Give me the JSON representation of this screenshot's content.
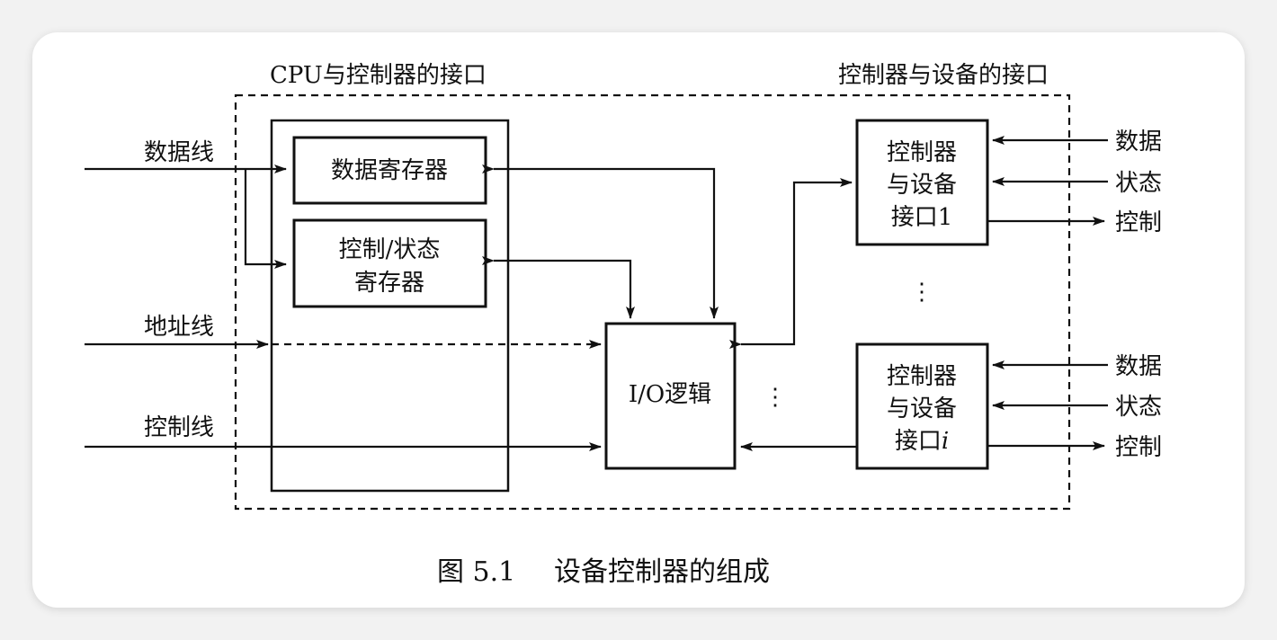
{
  "header": {
    "left_title": "CPU与控制器的接口",
    "right_title": "控制器与设备的接口"
  },
  "left_signals": {
    "data_line": "数据线",
    "address_line": "地址线",
    "control_line": "控制线"
  },
  "registers": {
    "data_register": "数据寄存器",
    "control_status_line1": "控制/状态",
    "control_status_line2": "寄存器"
  },
  "io_logic": "I/O逻辑",
  "device_interface_1": {
    "line1": "控制器",
    "line2": "与设备",
    "line3_prefix": "接口",
    "line3_suffix": "1"
  },
  "device_interface_i": {
    "line1": "控制器",
    "line2": "与设备",
    "line3_prefix": "接口",
    "line3_suffix": "i"
  },
  "right_signals_1": {
    "data": "数据",
    "status": "状态",
    "control": "控制"
  },
  "right_signals_i": {
    "data": "数据",
    "status": "状态",
    "control": "控制"
  },
  "ellipsis_vertical": "⋮",
  "caption": {
    "number": "图 5.1",
    "text": "设备控制器的组成"
  }
}
